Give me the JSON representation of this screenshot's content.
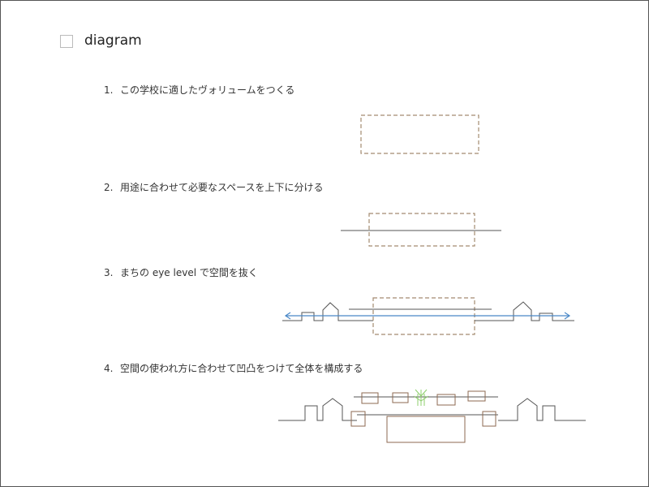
{
  "page": {
    "title": "diagram"
  },
  "steps": [
    {
      "number": "1.",
      "text": "この学校に適したヴォリュームをつくる"
    },
    {
      "number": "2.",
      "text": "用途に合わせて必要なスペースを上下に分ける"
    },
    {
      "number": "3.",
      "text": "まちの eye level で空間を抜く"
    },
    {
      "number": "4.",
      "text": "空間の使われ方に合わせて凹凸をつけて全体を構成する"
    }
  ],
  "colors": {
    "dashed_volume": "#a38b70",
    "ground_line": "#555555",
    "eye_level": "#4a88c7",
    "rooms": "#8c6a52",
    "tree": "#8fcf6e"
  }
}
